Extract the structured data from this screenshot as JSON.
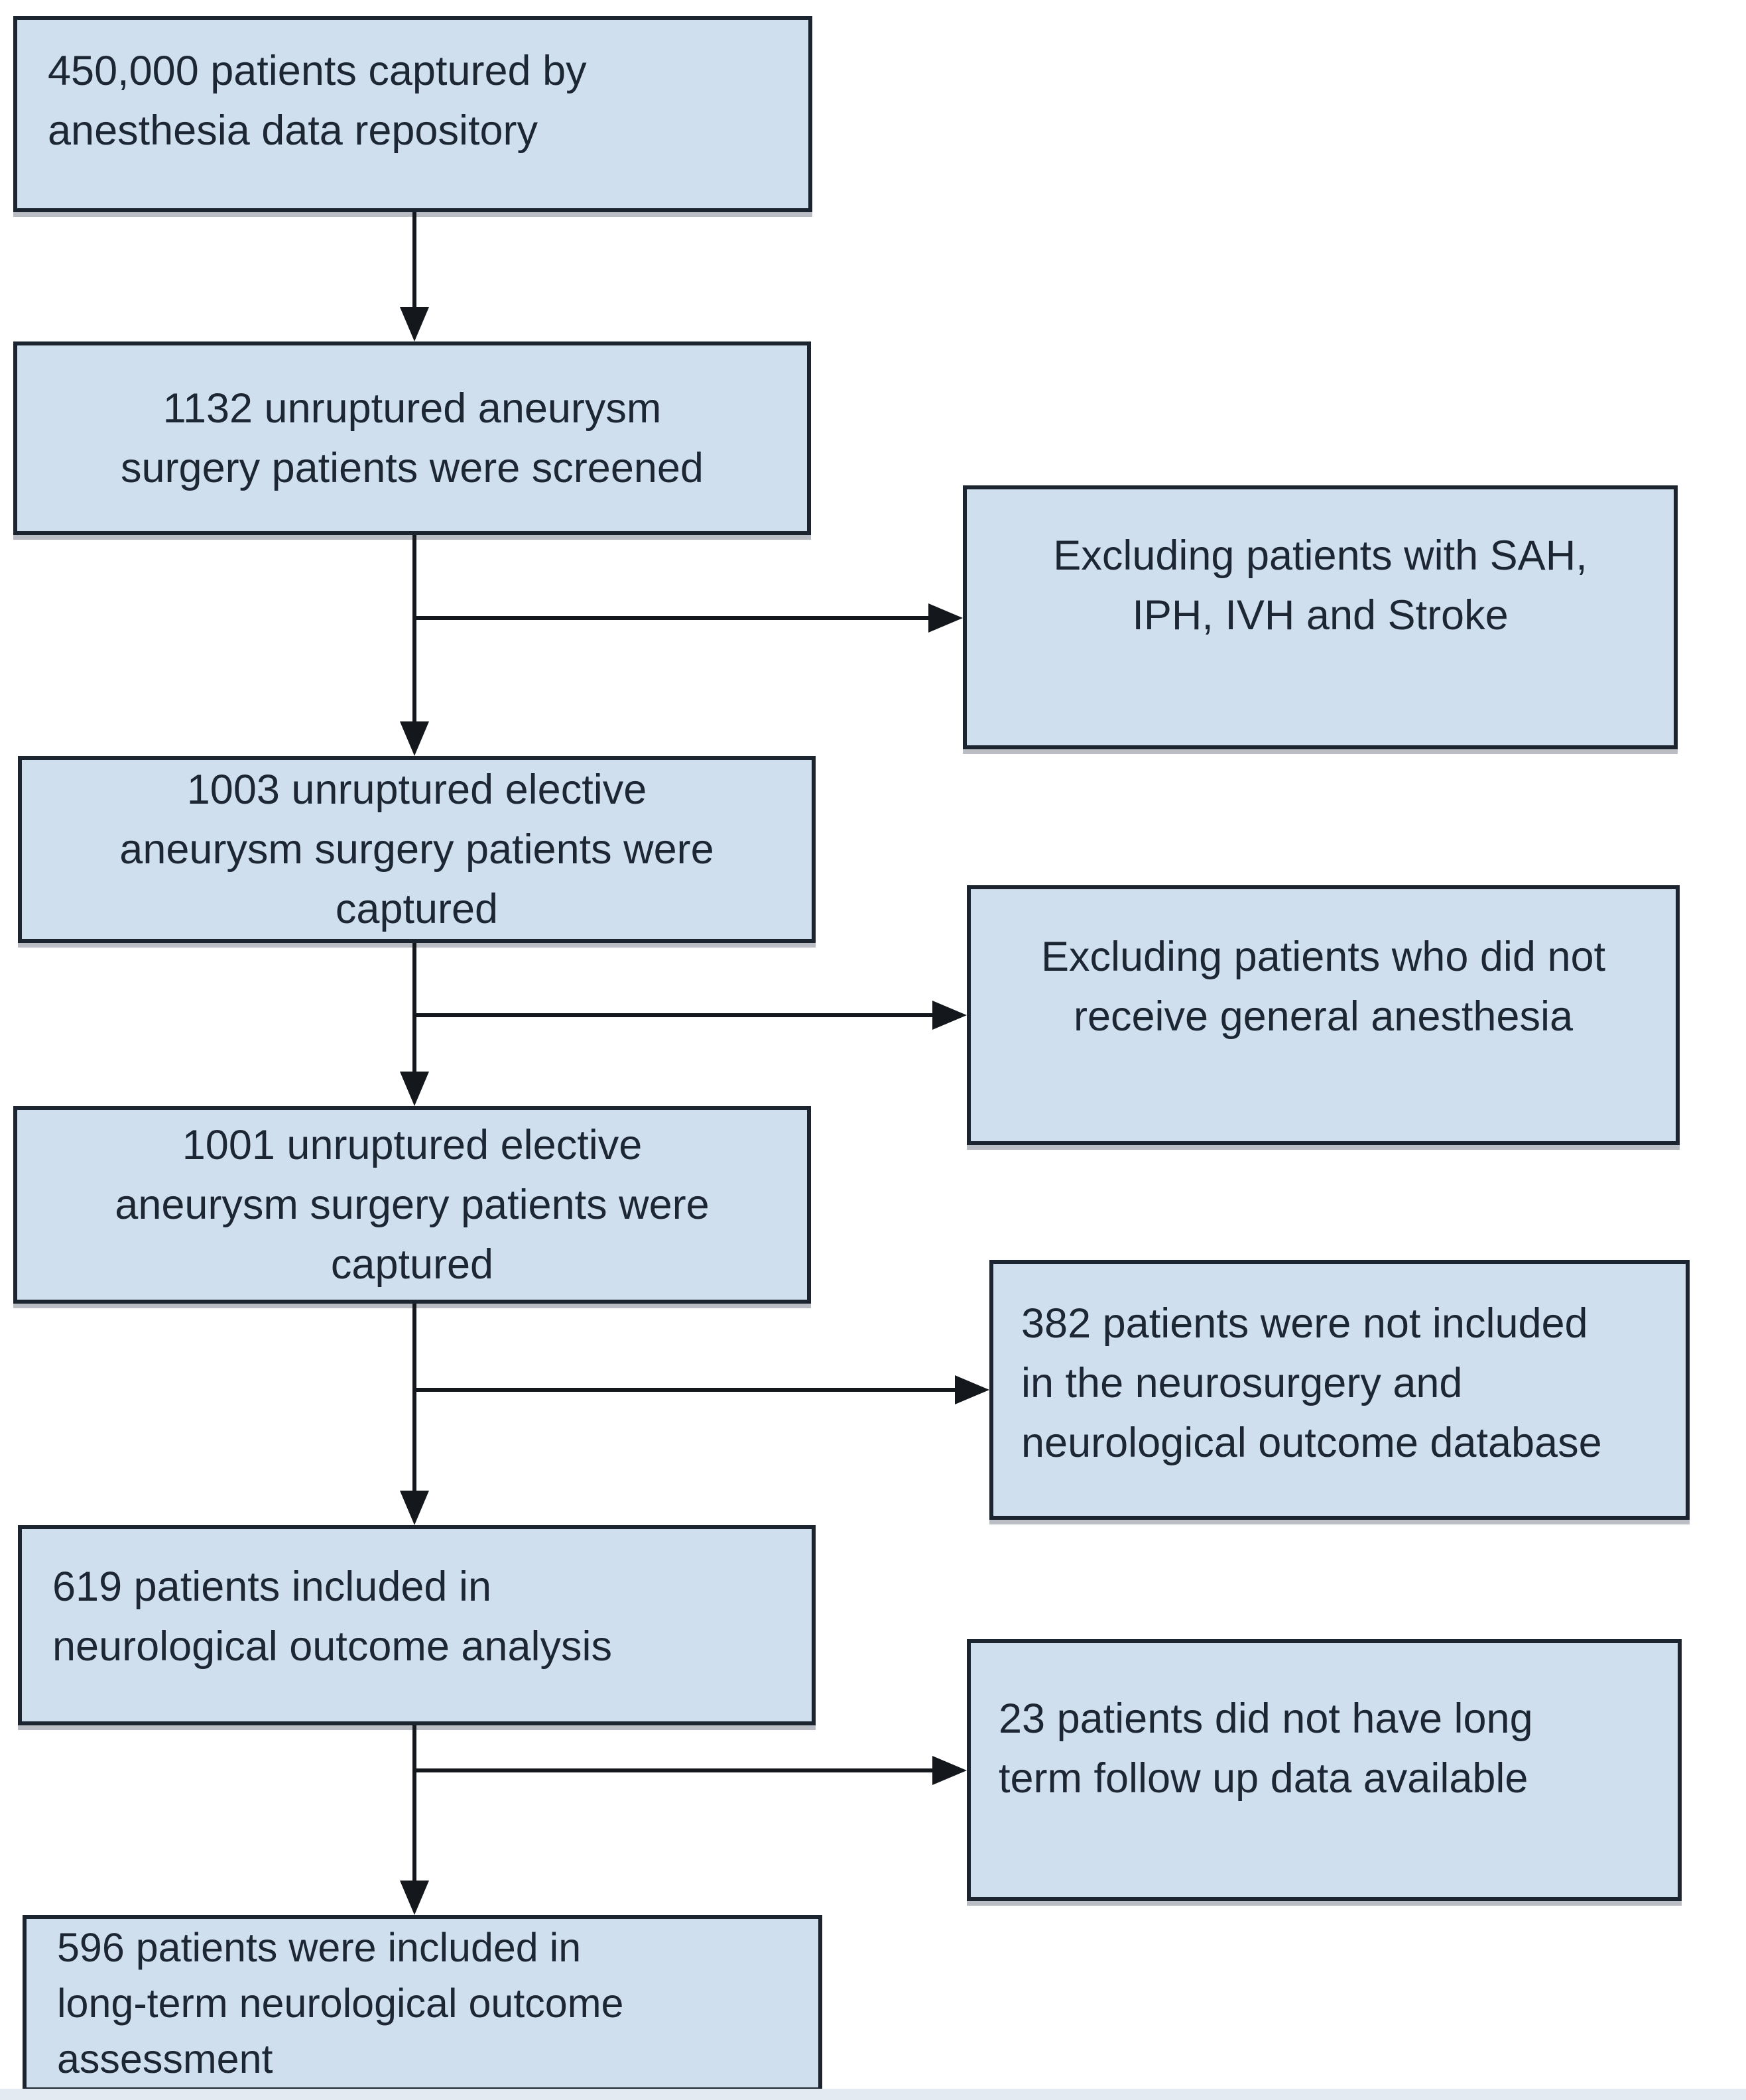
{
  "diagram": {
    "main_flow": [
      {
        "lines": [
          "450,000 patients captured by",
          "anesthesia data repository"
        ]
      },
      {
        "lines": [
          "1132 unruptured aneurysm",
          "surgery patients were screened"
        ]
      },
      {
        "lines": [
          "1003 unruptured elective",
          "aneurysm surgery patients were",
          "captured"
        ]
      },
      {
        "lines": [
          "1001 unruptured elective",
          "aneurysm surgery patients were",
          "captured"
        ]
      },
      {
        "lines": [
          "619 patients included in",
          "neurological outcome analysis"
        ]
      },
      {
        "lines": [
          "596 patients were included in",
          "long-term neurological outcome",
          "assessment"
        ]
      }
    ],
    "exclusions": [
      {
        "lines": [
          "Excluding patients with SAH,",
          "IPH, IVH and Stroke"
        ]
      },
      {
        "lines": [
          "Excluding patients who did not",
          "receive general anesthesia"
        ]
      },
      {
        "lines": [
          "382 patients were not included",
          "in the neurosurgery and",
          "neurological outcome database"
        ]
      },
      {
        "lines": [
          "23 patients did not have long",
          "term follow up data available"
        ]
      }
    ],
    "colors": {
      "box_fill": "#cfdfee",
      "box_border": "#1c2430",
      "text": "#1d2734",
      "arrow": "#14181d",
      "background": "#ffffff"
    }
  }
}
